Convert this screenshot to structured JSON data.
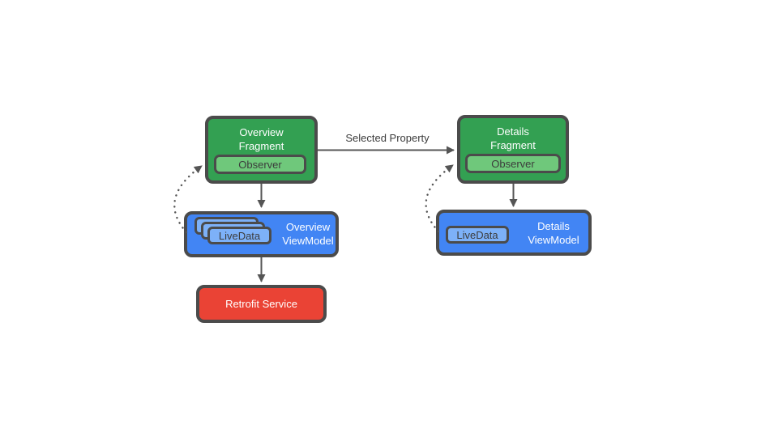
{
  "diagram": {
    "nodes": {
      "overview_fragment": {
        "line1": "Overview",
        "line2": "Fragment"
      },
      "overview_observer": {
        "label": "Observer"
      },
      "details_fragment": {
        "line1": "Details",
        "line2": "Fragment"
      },
      "details_observer": {
        "label": "Observer"
      },
      "overview_viewmodel": {
        "line1": "Overview",
        "line2": "ViewModel"
      },
      "overview_livedata": {
        "label": "LiveData"
      },
      "details_viewmodel": {
        "line1": "Details",
        "line2": "ViewModel"
      },
      "details_livedata": {
        "label": "LiveData"
      },
      "retrofit_service": {
        "label": "Retrofit Service"
      }
    },
    "edges": {
      "selected_property": {
        "label": "Selected Property"
      }
    },
    "colors": {
      "node_green": "#33a052",
      "badge_green": "#6fc87b",
      "node_blue": "#4285f4",
      "badge_blue": "#7db1f8",
      "node_red": "#ea4335",
      "node_border": "#4b4b4b",
      "arrow_gray": "#555555",
      "label_dark": "#3c3c3c",
      "text_white": "#ffffff",
      "background": "#ffffff"
    }
  }
}
